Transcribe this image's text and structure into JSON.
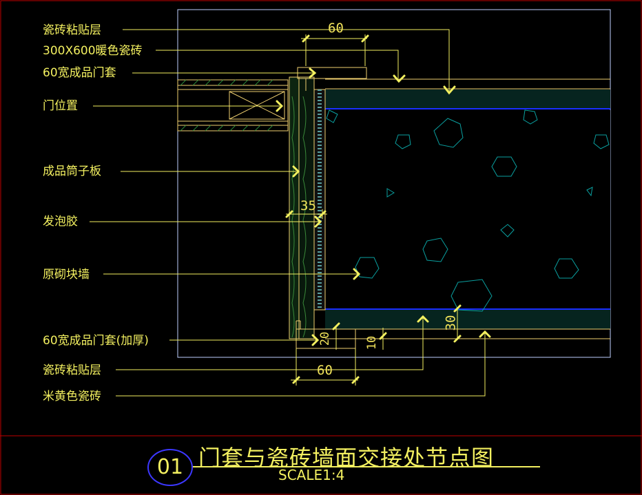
{
  "labels": {
    "tile_adhesive_top": "瓷砖粘贴层",
    "warm_tile": "300X600暖色瓷砖",
    "door_casing_60": "60宽成品门套",
    "door_position": "门位置",
    "tube_board": "成品筒子板",
    "foam_glue": "发泡胶",
    "brick_wall": "原砌块墙",
    "door_casing_thick": "60宽成品门套(加厚)",
    "tile_adhesive_bottom": "瓷砖粘贴层",
    "beige_tile": "米黄色瓷砖"
  },
  "dimensions": {
    "top_60": "60",
    "d35": "35",
    "d30": "30",
    "d20": "20",
    "d10": "10",
    "bottom_60": "60"
  },
  "title": {
    "number": "01",
    "text": "门套与瓷砖墙面交接处节点图",
    "scale": "SCALE1:4"
  },
  "colors": {
    "background": "#000000",
    "text": "#f3f060",
    "frame": "#c0d0ff",
    "hatch": "#0aa0a0",
    "tile_line": "#1a2fff",
    "border_red": "#c00000"
  }
}
